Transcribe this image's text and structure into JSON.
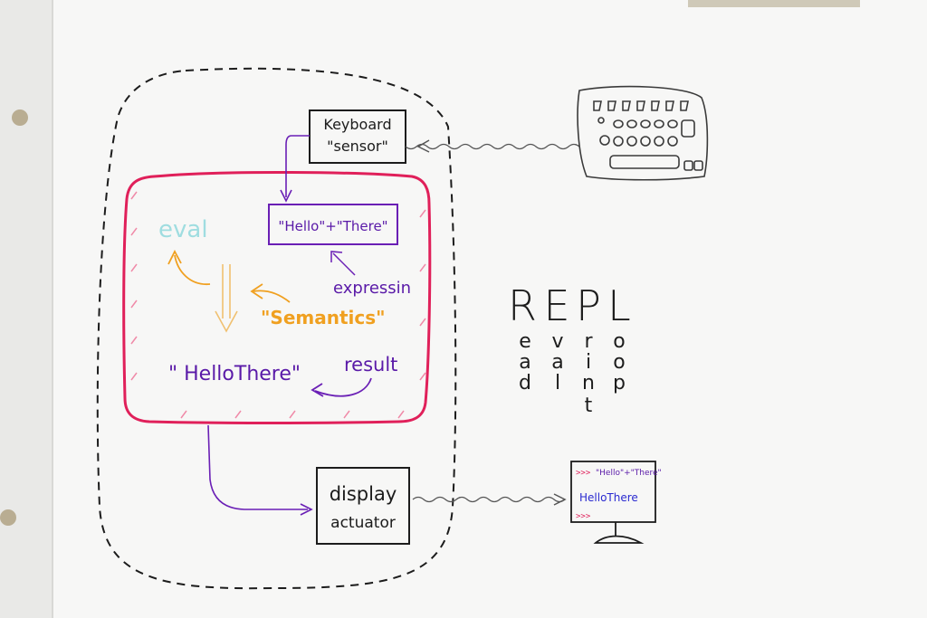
{
  "diagram": {
    "keyboard_box": {
      "line1": "Keyboard",
      "line2": "\"sensor\""
    },
    "expression_box": {
      "text": "\"Hello\"+\"There\""
    },
    "labels": {
      "eval": "eval",
      "expression": "expressin",
      "semantics": "\"Semantics\"",
      "result_value": "\" HelloThere\"",
      "result": "result"
    },
    "display_box": {
      "line1": "display",
      "line2": "actuator"
    },
    "repl": {
      "letters": [
        "R",
        "E",
        "P",
        "L"
      ],
      "columns": [
        [
          "e",
          "a",
          "d"
        ],
        [
          "v",
          "a",
          "l"
        ],
        [
          "r",
          "i",
          "n",
          "t"
        ],
        [
          "o",
          "o",
          "p"
        ]
      ]
    },
    "monitor": {
      "prompt": ">>>",
      "input": "\"Hello\"+\"There\"",
      "output": "HelloThere",
      "prompt2": ">>>"
    }
  },
  "colors": {
    "black": "#1c1c1c",
    "purple": "#6a1fb5",
    "pink": "#e0205a",
    "orange": "#f0a020",
    "cyan": "#9fdde0",
    "blue": "#2a2ad0"
  }
}
